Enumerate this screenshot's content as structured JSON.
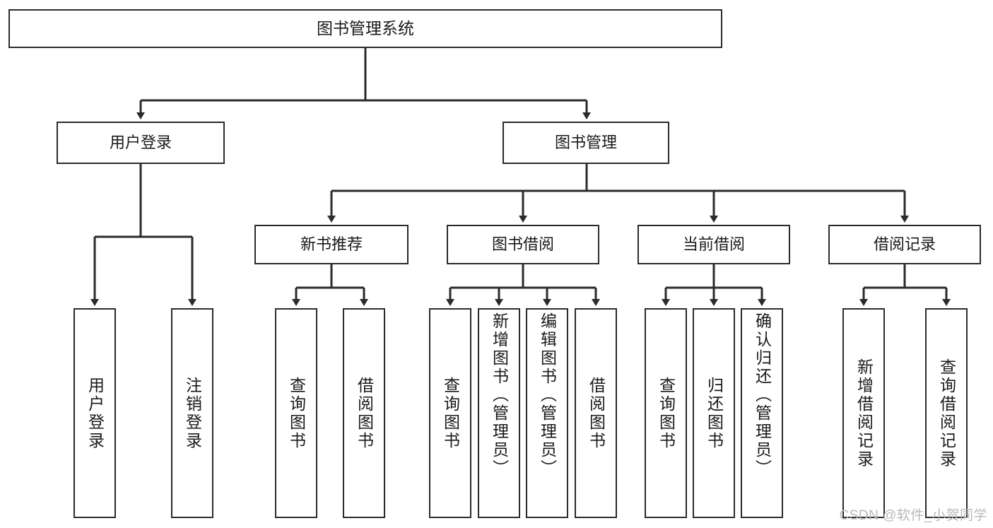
{
  "diagram": {
    "title": "图书管理系统",
    "type": "tree-hierarchy-diagram",
    "colors": {
      "box_border": "#2b2b2b",
      "box_fill": "#ffffff",
      "edge": "#2b2b2b",
      "text": "#1a1a1a",
      "watermark": "#b9b9b9",
      "background": "#ffffff"
    },
    "root": {
      "label": "图书管理系统"
    },
    "level1": [
      {
        "label": "用户登录"
      },
      {
        "label": "图书管理"
      }
    ],
    "level2": [
      {
        "label": "新书推荐"
      },
      {
        "label": "图书借阅"
      },
      {
        "label": "当前借阅"
      },
      {
        "label": "借阅记录"
      }
    ],
    "leaves": [
      {
        "label": "用户登录",
        "parent": "用户登录"
      },
      {
        "label": "注销登录",
        "parent": "用户登录"
      },
      {
        "label": "查询图书",
        "parent": "新书推荐"
      },
      {
        "label": "借阅图书",
        "parent": "新书推荐"
      },
      {
        "label": "查询图书",
        "parent": "图书借阅"
      },
      {
        "label": "新增图书（管理员）",
        "parent": "图书借阅"
      },
      {
        "label": "编辑图书（管理员）",
        "parent": "图书借阅"
      },
      {
        "label": "借阅图书",
        "parent": "图书借阅"
      },
      {
        "label": "查询图书",
        "parent": "当前借阅"
      },
      {
        "label": "归还图书",
        "parent": "当前借阅"
      },
      {
        "label": "确认归还（管理员）",
        "parent": "当前借阅"
      },
      {
        "label": "新增借阅记录",
        "parent": "借阅记录"
      },
      {
        "label": "查询借阅记录",
        "parent": "借阅记录"
      }
    ]
  },
  "watermark": {
    "text": "CSDN @软件_小贺同学"
  }
}
